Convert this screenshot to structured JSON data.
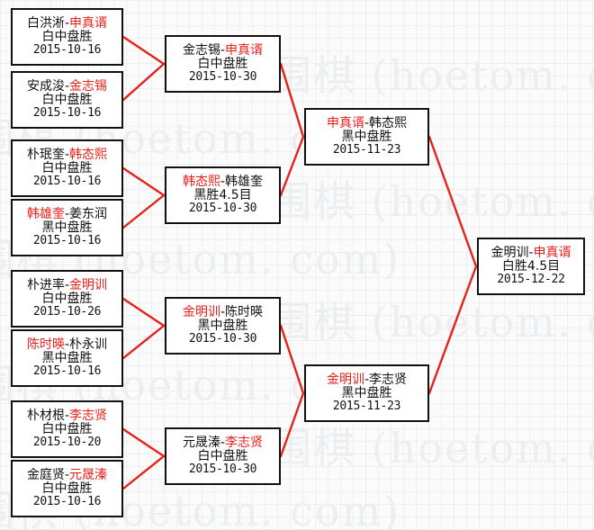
{
  "meta": {
    "background_color": "#fbfbfb",
    "box_border_color": "#111111",
    "box_fill_color": "#ffffff",
    "connector_color": "#e8201a",
    "winner_text_color": "#e8201a",
    "loser_text_color": "#111111",
    "watermark_text": "围棋 (hoetom. com)"
  },
  "rounds": [
    {
      "name": "round-1",
      "matches": [
        {
          "id": "r1m1",
          "left": "白洪淅",
          "right": "申真谞",
          "winner": "right",
          "result": "白中盘胜",
          "date": "2015-10-16"
        },
        {
          "id": "r1m2",
          "left": "安成浚",
          "right": "金志锡",
          "winner": "right",
          "result": "白中盘胜",
          "date": "2015-10-16"
        },
        {
          "id": "r1m3",
          "left": "朴珉奎",
          "right": "韩态熙",
          "winner": "right",
          "result": "白中盘胜",
          "date": "2015-10-16"
        },
        {
          "id": "r1m4",
          "left": "韩雄奎",
          "right": "姜东润",
          "winner": "left",
          "result": "黑中盘胜",
          "date": "2015-10-16"
        },
        {
          "id": "r1m5",
          "left": "朴进率",
          "right": "金明训",
          "winner": "right",
          "result": "白中盘胜",
          "date": "2015-10-26"
        },
        {
          "id": "r1m6",
          "left": "陈时暎",
          "right": "朴永训",
          "winner": "left",
          "result": "黑中盘胜",
          "date": "2015-10-16"
        },
        {
          "id": "r1m7",
          "left": "朴材根",
          "right": "李志贤",
          "winner": "right",
          "result": "白中盘胜",
          "date": "2015-10-20"
        },
        {
          "id": "r1m8",
          "left": "金庭贤",
          "right": "元晟溱",
          "winner": "right",
          "result": "白中盘胜",
          "date": "2015-10-16"
        }
      ]
    },
    {
      "name": "round-2",
      "matches": [
        {
          "id": "r2m1",
          "left": "金志锡",
          "right": "申真谞",
          "winner": "right",
          "result": "白中盘胜",
          "date": "2015-10-30"
        },
        {
          "id": "r2m2",
          "left": "韩态熙",
          "right": "韩雄奎",
          "winner": "left",
          "result": "黑胜4.5目",
          "date": "2015-10-30"
        },
        {
          "id": "r2m3",
          "left": "金明训",
          "right": "陈时暎",
          "winner": "left",
          "result": "黑中盘胜",
          "date": "2015-10-30"
        },
        {
          "id": "r2m4",
          "left": "元晟溱",
          "right": "李志贤",
          "winner": "right",
          "result": "白中盘胜",
          "date": "2015-10-30"
        }
      ]
    },
    {
      "name": "semifinal",
      "matches": [
        {
          "id": "sf1",
          "left": "申真谞",
          "right": "韩态熙",
          "winner": "left",
          "result": "黑中盘胜",
          "date": "2015-11-23"
        },
        {
          "id": "sf2",
          "left": "金明训",
          "right": "李志贤",
          "winner": "left",
          "result": "黑中盘胜",
          "date": "2015-11-23"
        }
      ]
    },
    {
      "name": "final",
      "matches": [
        {
          "id": "f1",
          "left": "金明训",
          "right": "申真谞",
          "winner": "right",
          "result": "白胜4.5目",
          "date": "2015-12-22"
        }
      ]
    }
  ]
}
